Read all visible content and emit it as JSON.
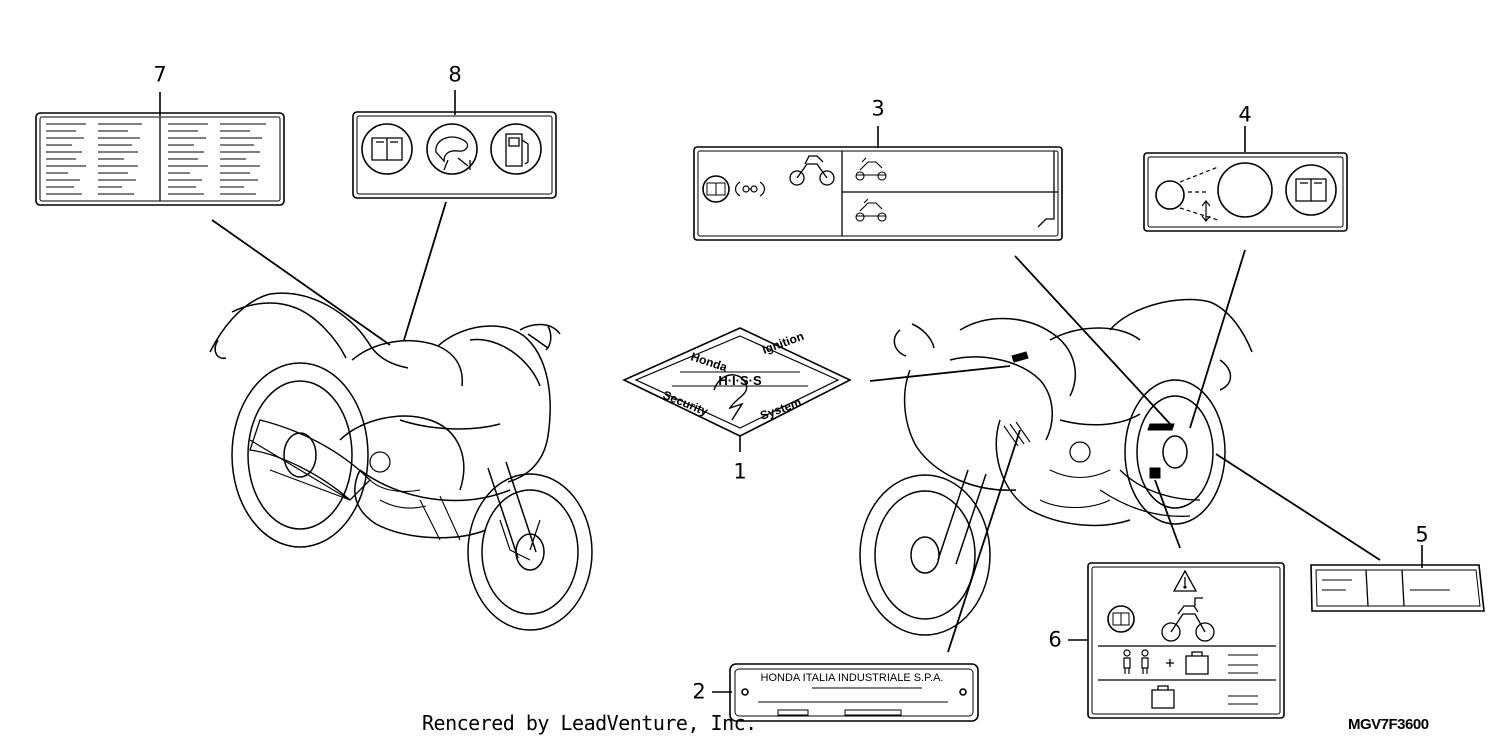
{
  "callouts": [
    {
      "id": "1",
      "label": "1"
    },
    {
      "id": "2",
      "label": "2"
    },
    {
      "id": "3",
      "label": "3"
    },
    {
      "id": "4",
      "label": "4"
    },
    {
      "id": "5",
      "label": "5"
    },
    {
      "id": "6",
      "label": "6"
    },
    {
      "id": "7",
      "label": "7"
    },
    {
      "id": "8",
      "label": "8"
    }
  ],
  "emblem": {
    "top_left": "Honda",
    "top_right": "Ignition",
    "center": "H·I·S·S",
    "bottom_left": "Security",
    "bottom_right": "System"
  },
  "plate": {
    "text": "HONDA ITALIA INDUSTRIALE S.P.A."
  },
  "footer": {
    "credit": "Rencered by LeadVenture, Inc.",
    "diagram_code": "MGV7F3600"
  }
}
